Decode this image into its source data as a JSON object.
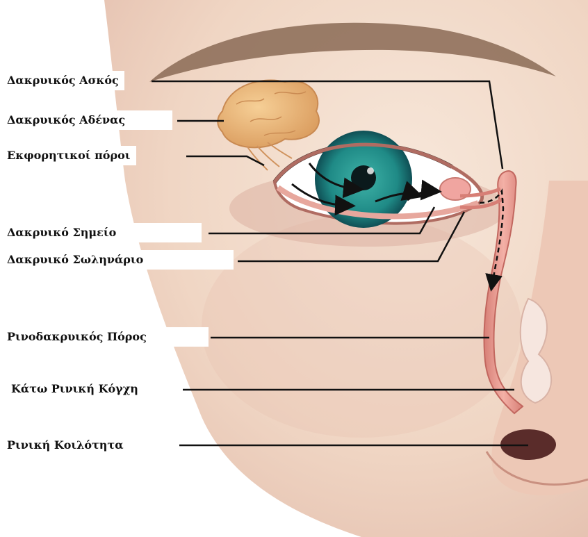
{
  "labels": [
    {
      "id": "lacrimal-sac",
      "text": "Δακρυικός Ασκός"
    },
    {
      "id": "lacrimal-gland",
      "text": "Δακρυικός Αδένας"
    },
    {
      "id": "excretory-ducts",
      "text": "Εκφορητικοί πόροι"
    },
    {
      "id": "lacrimal-punctum",
      "text": "Δακρυικό Σημείο"
    },
    {
      "id": "lacrimal-canaliculus",
      "text": "Δακρυικό Σωληνάριο"
    },
    {
      "id": "nasolacrimal-duct",
      "text": "Ρινοδακρυικός Πόρος"
    },
    {
      "id": "inferior-turbinate",
      "text": "Κάτω Ρινική Κόγχη"
    },
    {
      "id": "nasal-cavity",
      "text": "Ρινική Κοιλότητα"
    }
  ],
  "colors": {
    "skin": "#f2dccb",
    "skin_shadow": "#d9a89a",
    "iris": "#2a8f8c",
    "gland": "#e9b87a",
    "duct": "#e89a8f",
    "leader_line": "#111111",
    "brow": "#7a5a45"
  }
}
